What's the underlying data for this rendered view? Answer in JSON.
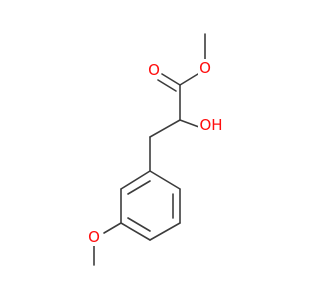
{
  "colors": {
    "background": "#ffffff",
    "bond": "#3c3c3c",
    "oxygen": "#ff0d0d"
  },
  "molecule": {
    "atoms": {
      "ester_oxygen": "O",
      "carbonyl_oxygen": "O",
      "hydroxyl": "OH",
      "methoxy_oxygen": "O"
    }
  }
}
